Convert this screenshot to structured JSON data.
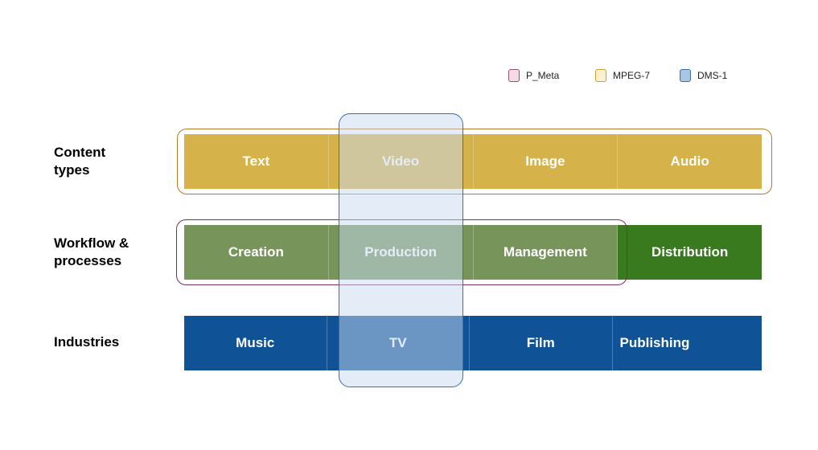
{
  "legend": [
    {
      "label": "P_Meta",
      "fill": "#f2dbe5",
      "stroke": "#9c4d75"
    },
    {
      "label": "MPEG-7",
      "fill": "#fdf0cc",
      "stroke": "#c99c3a"
    },
    {
      "label": "DMS-1",
      "fill": "#a8c6e6",
      "stroke": "#3b6ea8"
    }
  ],
  "rows": {
    "content": {
      "label": "Content\ntypes",
      "cells": [
        "Text",
        "Video",
        "Image",
        "Audio"
      ],
      "color": "#d6b24a"
    },
    "workflow": {
      "label": "Workflow &\nprocesses",
      "cells": [
        "Creation",
        "Production",
        "Management",
        "Distribution"
      ],
      "color": "#77955a",
      "accent": "#397a1f"
    },
    "industries": {
      "label": "Industries",
      "cells": [
        "Music",
        "TV",
        "Film",
        "Publishing"
      ],
      "color": "#0f5296"
    }
  }
}
